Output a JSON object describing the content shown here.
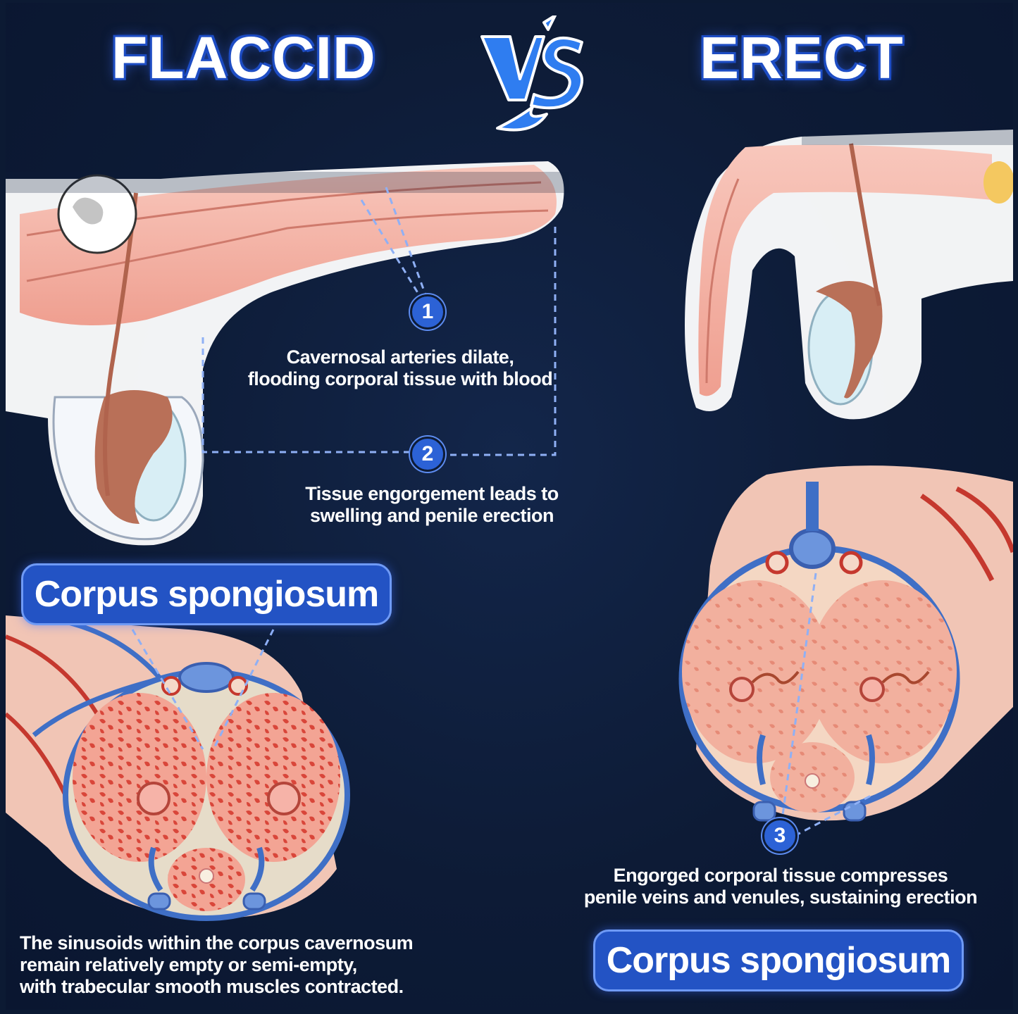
{
  "titles": {
    "left": "FLACCID",
    "vs": "VS",
    "right": "ERECT"
  },
  "steps": [
    {
      "number": "1",
      "text": [
        "Cavernosal arteries dilate,",
        "flooding corporal tissue with blood"
      ]
    },
    {
      "number": "2",
      "text": [
        "Tissue engorgement leads to",
        "swelling and penile erection"
      ]
    },
    {
      "number": "3",
      "text": [
        "Engorged corporal tissue compresses",
        "penile veins and venules, sustaining erection"
      ]
    }
  ],
  "labels": {
    "left": "Corpus spongiosum",
    "right": "Corpus spongiosum"
  },
  "flaccid_description": [
    "The sinusoids within the corpus cavernosum",
    "remain relatively empty or semi-empty,",
    "with trabecular smooth muscles contracted."
  ],
  "colors": {
    "background": "#0d1b36",
    "accent_blue": "#2c62d6",
    "tissue_pink": "#f2b3a8",
    "tissue_red": "#d9463a",
    "vein_blue": "#3f6fc6"
  }
}
